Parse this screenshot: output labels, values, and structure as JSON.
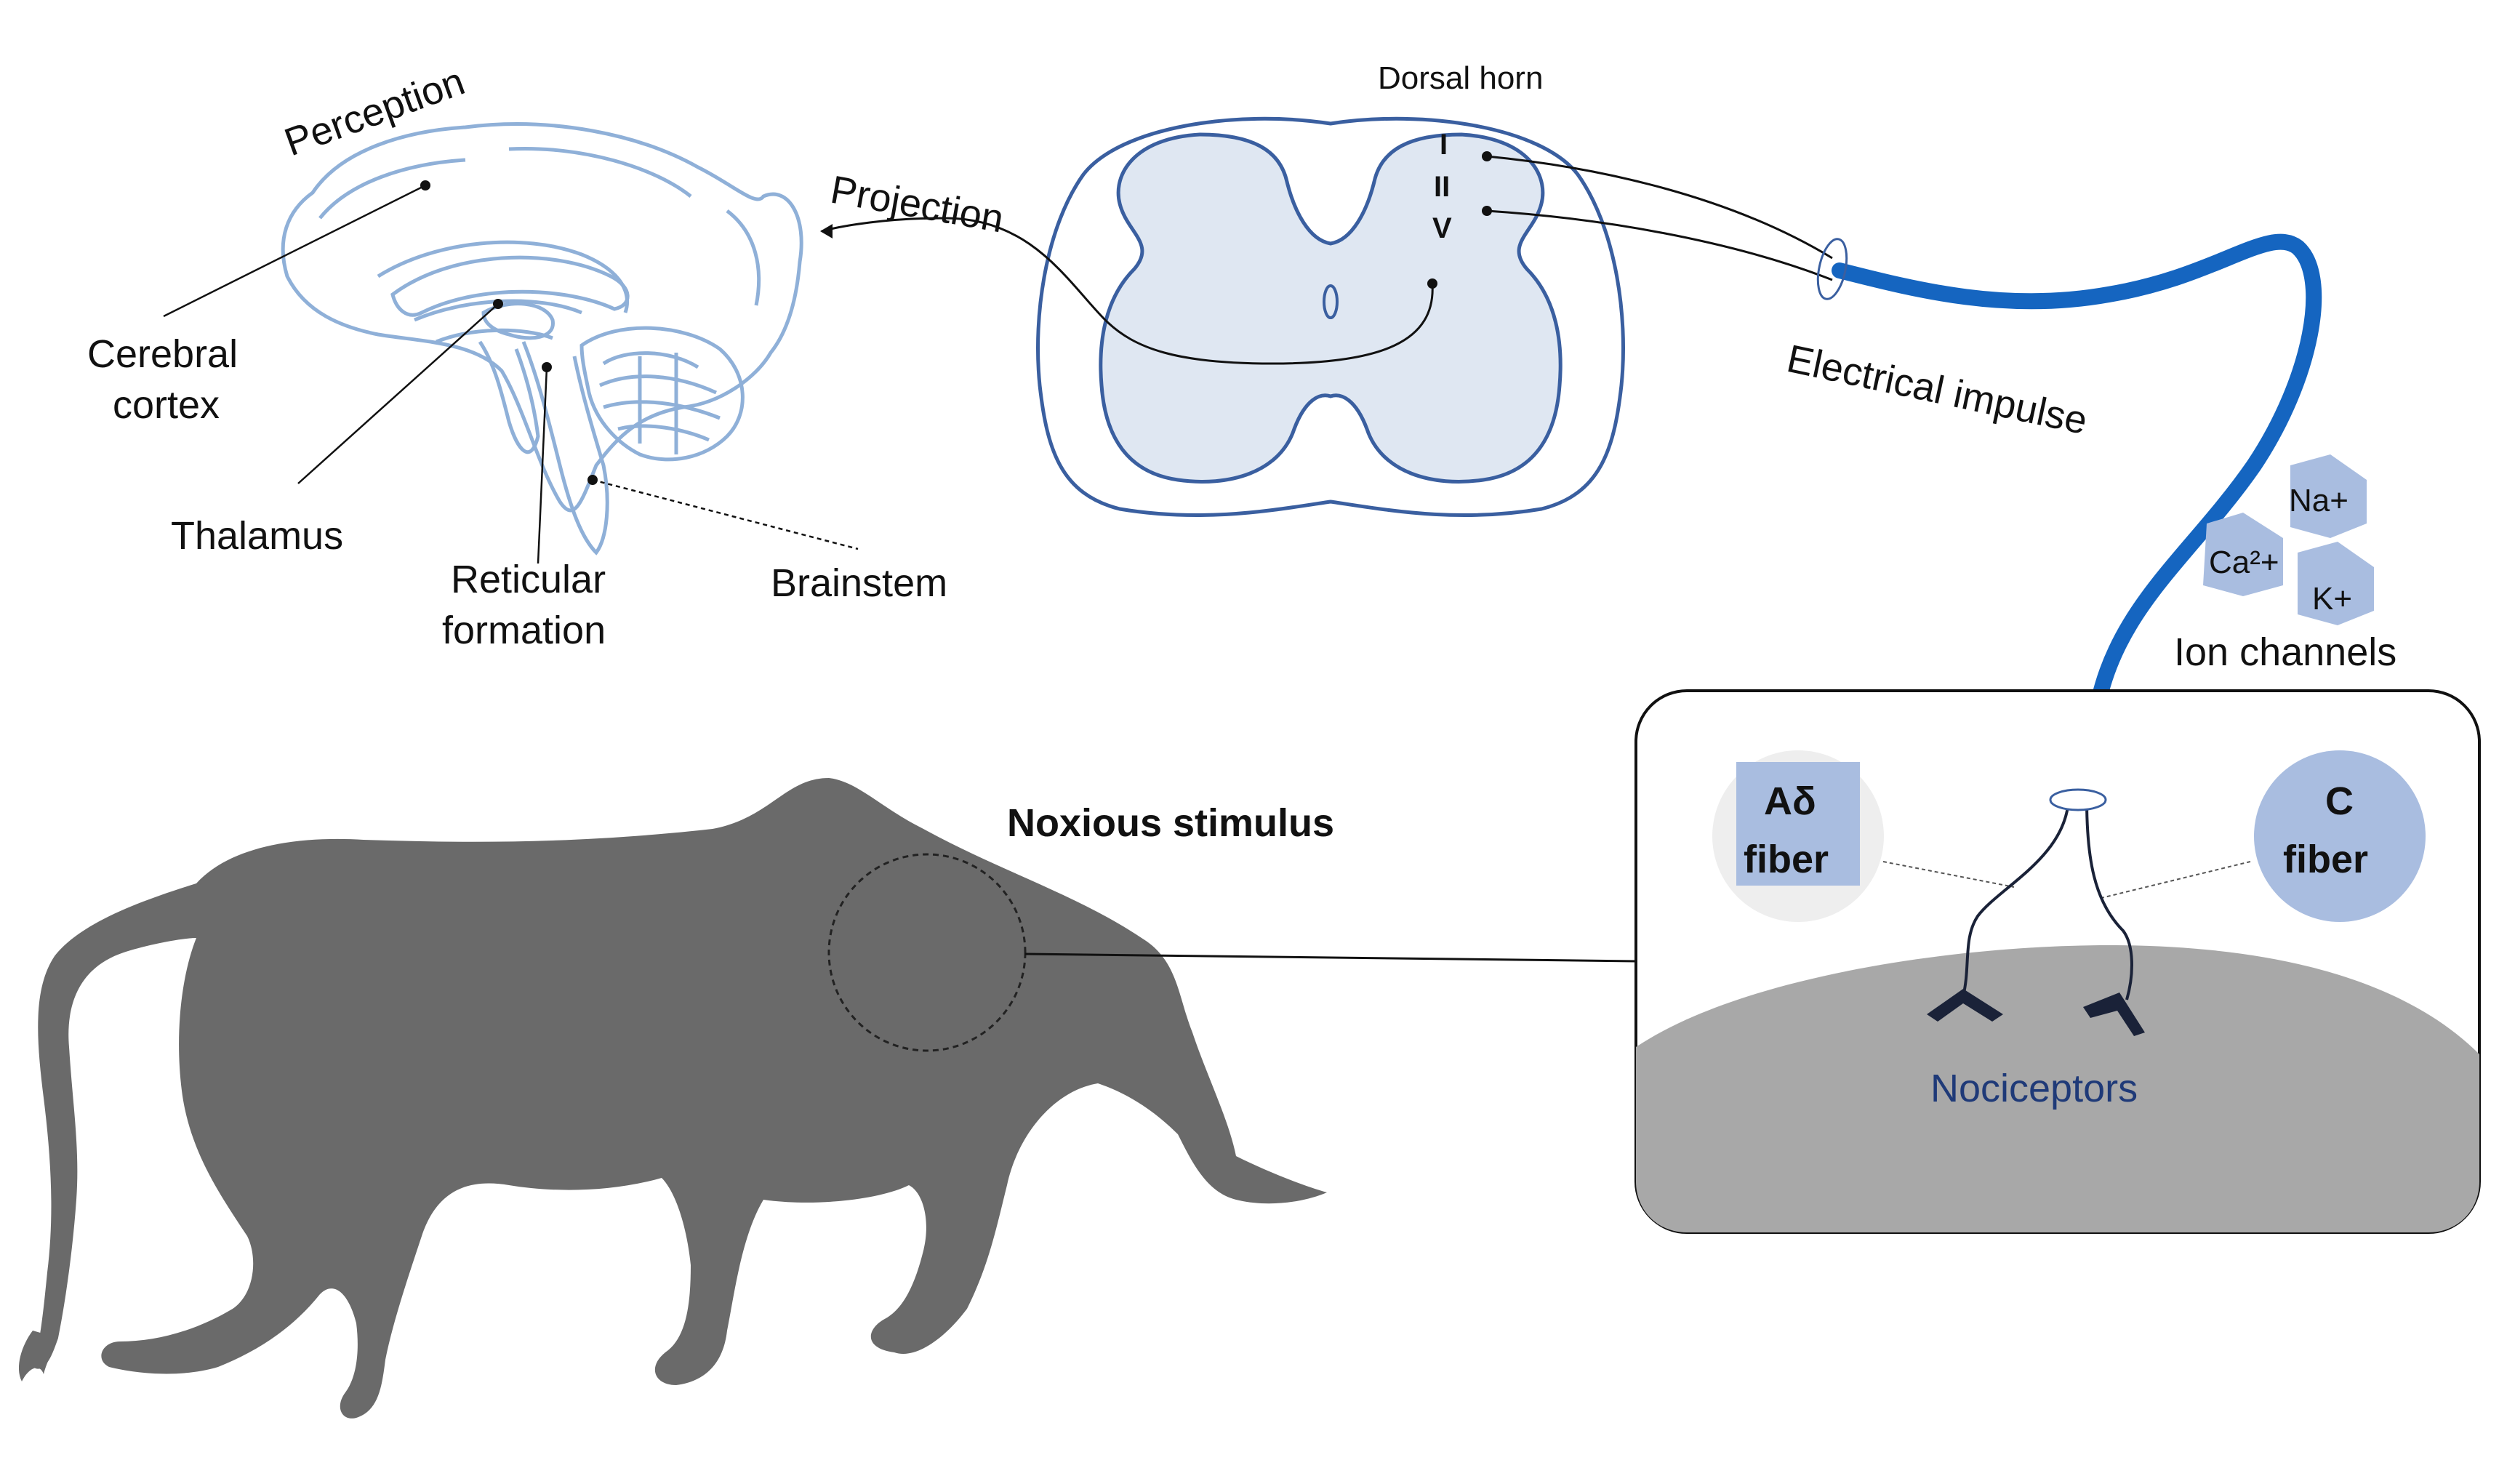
{
  "labels": {
    "perception": "Perception",
    "projection": "Projection",
    "dorsal_horn": "Dorsal horn",
    "lamina_1": "I",
    "lamina_2": "II",
    "lamina_5": "V",
    "electrical_impulse": "Electrical impulse",
    "cerebral_cortex_1": "Cerebral",
    "cerebral_cortex_2": "cortex",
    "thalamus": "Thalamus",
    "reticular_1": "Reticular",
    "reticular_2": "formation",
    "brainstem": "Brainstem",
    "na": "Na+",
    "ca": "Ca²+",
    "k": "K+",
    "ion_channels": "Ion channels",
    "noxious_stimulus": "Noxious stimulus",
    "a_delta_1": "Aδ",
    "a_delta_2": "fiber",
    "c_fiber_1": "C",
    "c_fiber_2": "fiber",
    "nociceptors": "Nociceptors"
  },
  "colors": {
    "brain_outline": "#8fb0d8",
    "cord_outline": "#3a5fa0",
    "cord_fill": "#dfe7f2",
    "nerve": "#1565c0",
    "ion_fill": "#a9bde0",
    "fiber_fill": "#a9bde0",
    "fiber_circle_a": "#eeeeee",
    "skin": "#a8a8a8",
    "bull": "#6a6a6a",
    "nociceptor_text": "#1f3a78",
    "nociceptor_mark": "#1a2238"
  }
}
